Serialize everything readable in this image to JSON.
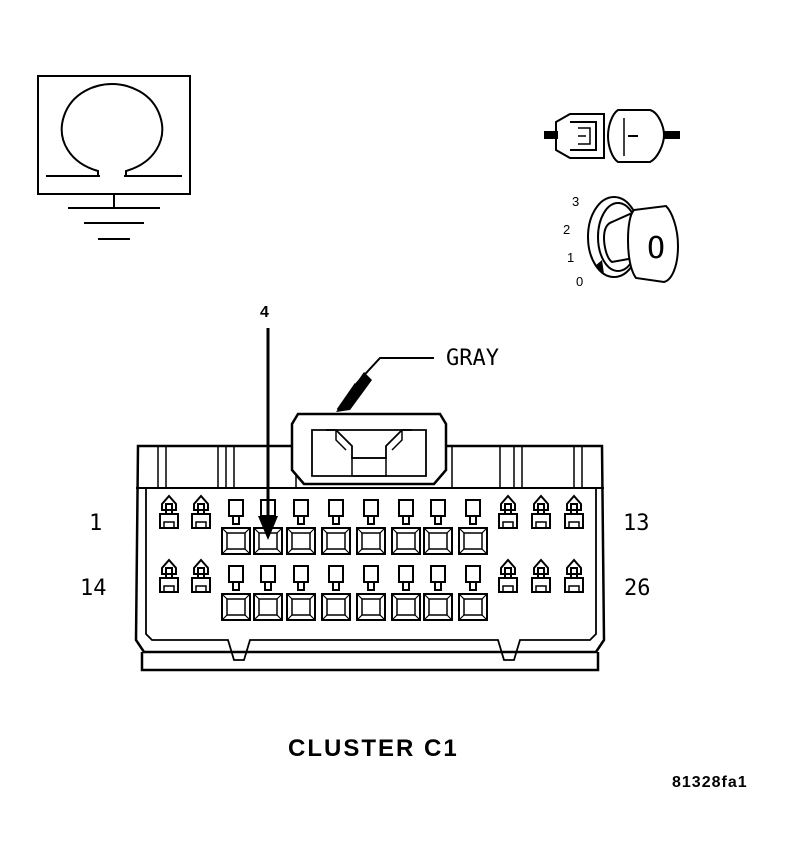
{
  "callout": {
    "pin": "4",
    "color": "GRAY"
  },
  "pin_range": {
    "top_start": "1",
    "top_end": "13",
    "bottom_start": "14",
    "bottom_end": "26"
  },
  "caption": "CLUSTER C1",
  "figure_id": "81328fa1",
  "ignition_positions": [
    "3",
    "2",
    "1",
    "0"
  ],
  "key_letter": "O",
  "icons": {
    "meter": "ohmmeter-ground-icon",
    "connector": "disconnect-connector-icon",
    "ignition": "ignition-key-icon"
  }
}
